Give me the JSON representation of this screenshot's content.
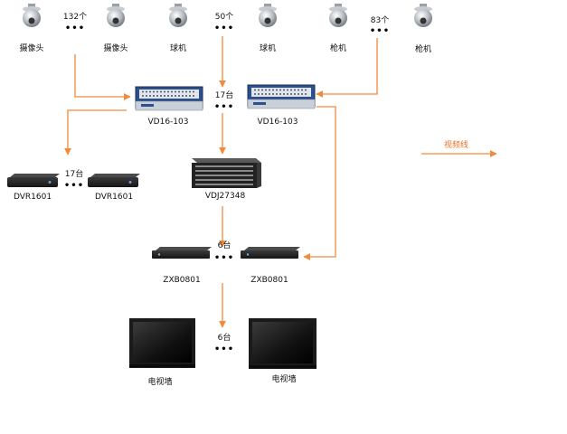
{
  "colors": {
    "arrow": "#f08a3c",
    "device_dark": "#2b2b2b",
    "device_blue": "#2d4f8c"
  },
  "cameras": [
    {
      "label": "摄像头",
      "icon": "dome-camera-icon"
    },
    {
      "label": "摄像头",
      "icon": "dome-camera-icon"
    },
    {
      "label": "球机",
      "icon": "dome-camera-icon"
    },
    {
      "label": "球机",
      "icon": "dome-camera-icon"
    },
    {
      "label": "枪机",
      "icon": "dome-camera-icon"
    },
    {
      "label": "枪机",
      "icon": "dome-camera-icon"
    }
  ],
  "camera_counts": [
    "132个",
    "50个",
    "83个"
  ],
  "matrix": {
    "left_label": "VD16-103",
    "right_label": "VD16-103",
    "count": "17台"
  },
  "dvr": {
    "left_label": "DVR1601",
    "right_label": "DVR1601",
    "count": "17台"
  },
  "switcher": {
    "label": "VDJ27348"
  },
  "encoder": {
    "left_label": "ZXB0801",
    "right_label": "ZXB0801",
    "count": "6台"
  },
  "tv": {
    "left_label": "电视墙",
    "right_label": "电视墙",
    "count": "6台"
  },
  "legend": {
    "label": "视频线"
  },
  "ellipsis": "•••"
}
